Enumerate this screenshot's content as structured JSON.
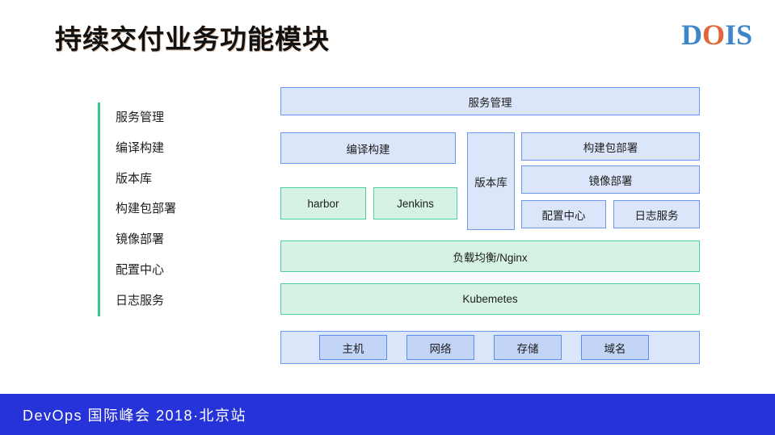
{
  "header": {
    "title": "持续交付业务功能模块",
    "logo": {
      "part1": "D",
      "part2": "O",
      "part3": "IS"
    }
  },
  "legend": {
    "accent_color": "#35c98a",
    "items": [
      {
        "label": "服务管理"
      },
      {
        "label": "编译构建"
      },
      {
        "label": "版本库"
      },
      {
        "label": "构建包部署"
      },
      {
        "label": "镜像部署"
      },
      {
        "label": "配置中心"
      },
      {
        "label": "日志服务"
      }
    ]
  },
  "diagram": {
    "colors": {
      "blue_fill": "#dce6fa",
      "blue_border": "#6a97ef",
      "green_fill": "#d6f2e4",
      "green_border": "#4ed39c",
      "blue_dark_fill": "#c2d5f7",
      "blue_dark_border": "#5b8ef0"
    },
    "service_management": "服务管理",
    "compile_build": "编译构建",
    "harbor": "harbor",
    "jenkins": "Jenkins",
    "version_repo": "版本库",
    "package_deploy": "构建包部署",
    "image_deploy": "镜像部署",
    "config_center": "配置中心",
    "log_service": "日志服务",
    "load_balancer": "负载均衡/Nginx",
    "kubernetes": "Kubemetes",
    "infrastructure": [
      {
        "label": "主机"
      },
      {
        "label": "网络"
      },
      {
        "label": "存储"
      },
      {
        "label": "域名"
      }
    ]
  },
  "footer": {
    "text": "DevOps 国际峰会 2018·北京站",
    "background_color": "#2633d8"
  }
}
